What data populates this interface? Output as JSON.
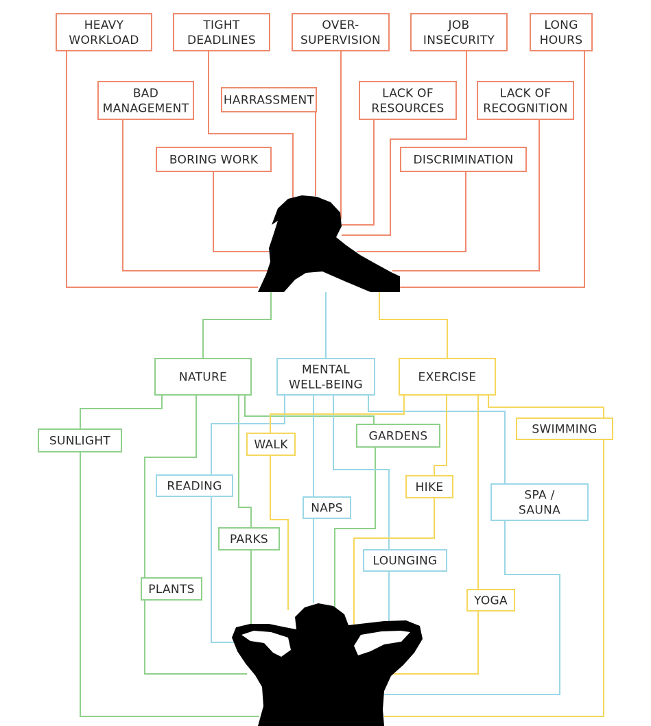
{
  "colors": {
    "stress": "#ef8a6e",
    "nature": "#8fd08b",
    "mental": "#9ad7e6",
    "exercise": "#f5d75b",
    "silhouette": "#000000"
  },
  "stressors": [
    {
      "id": "heavy-workload",
      "lines": [
        "HEAVY",
        "WORKLOAD"
      ]
    },
    {
      "id": "tight-deadlines",
      "lines": [
        "TIGHT",
        "DEADLINES"
      ]
    },
    {
      "id": "over-supervision",
      "lines": [
        "OVER-",
        "SUPERVISION"
      ]
    },
    {
      "id": "job-insecurity",
      "lines": [
        "JOB",
        "INSECURITY"
      ]
    },
    {
      "id": "long-hours",
      "lines": [
        "LONG",
        "HOURS"
      ]
    },
    {
      "id": "bad-management",
      "lines": [
        "BAD",
        "MANAGEMENT"
      ]
    },
    {
      "id": "harrassment",
      "lines": [
        "HARRASSMENT"
      ]
    },
    {
      "id": "lack-of-resources",
      "lines": [
        "LACK OF",
        "RESOURCES"
      ]
    },
    {
      "id": "lack-of-recognition",
      "lines": [
        "LACK OF",
        "RECOGNITION"
      ]
    },
    {
      "id": "boring-work",
      "lines": [
        "BORING WORK"
      ]
    },
    {
      "id": "discrimination",
      "lines": [
        "DISCRIMINATION"
      ]
    }
  ],
  "categories": [
    {
      "id": "nature",
      "group": "nature",
      "lines": [
        "NATURE"
      ]
    },
    {
      "id": "mental-well-being",
      "group": "mental",
      "lines": [
        "MENTAL",
        "WELL-BEING"
      ]
    },
    {
      "id": "exercise",
      "group": "exercise",
      "lines": [
        "EXERCISE"
      ]
    }
  ],
  "relievers": [
    {
      "id": "sunlight",
      "group": "nature",
      "lines": [
        "SUNLIGHT"
      ]
    },
    {
      "id": "walk",
      "group": "exercise",
      "lines": [
        "WALK"
      ]
    },
    {
      "id": "gardens",
      "group": "nature",
      "lines": [
        "GARDENS"
      ]
    },
    {
      "id": "swimming",
      "group": "exercise",
      "lines": [
        "SWIMMING"
      ]
    },
    {
      "id": "reading",
      "group": "mental",
      "lines": [
        "READING"
      ]
    },
    {
      "id": "hike",
      "group": "exercise",
      "lines": [
        "HIKE"
      ]
    },
    {
      "id": "naps",
      "group": "mental",
      "lines": [
        "NAPS"
      ]
    },
    {
      "id": "spa-sauna",
      "group": "mental",
      "lines": [
        "SPA /",
        "SAUNA"
      ]
    },
    {
      "id": "parks",
      "group": "nature",
      "lines": [
        "PARKS"
      ]
    },
    {
      "id": "lounging",
      "group": "mental",
      "lines": [
        "LOUNGING"
      ]
    },
    {
      "id": "plants",
      "group": "nature",
      "lines": [
        "PLANTS"
      ]
    },
    {
      "id": "yoga",
      "group": "exercise",
      "lines": [
        "YOGA"
      ]
    }
  ]
}
